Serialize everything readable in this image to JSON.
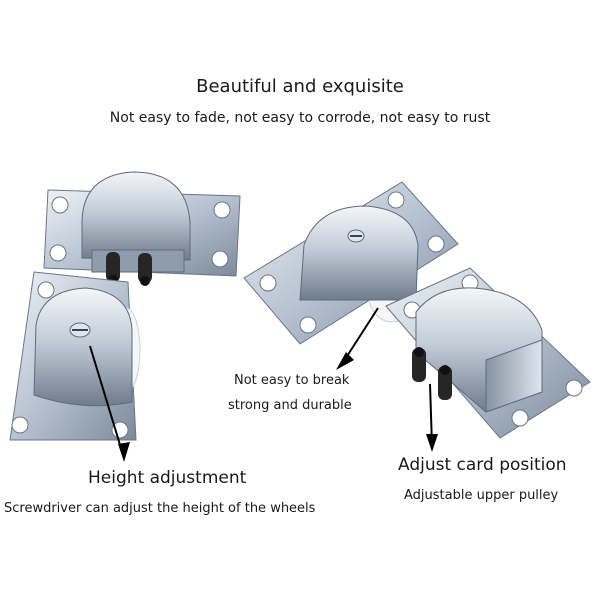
{
  "header": {
    "title": "Beautiful and exquisite",
    "subtitle": "Not easy to fade, not easy to corrode, not easy to rust"
  },
  "callouts": {
    "break": {
      "line1": "Not easy to break",
      "line2": "strong and durable"
    },
    "height": {
      "line1": "Height adjustment",
      "line2": "Screwdriver can adjust the height of the wheels"
    },
    "card": {
      "line1": "Adjust card position",
      "line2": "Adjustable upper pulley"
    }
  },
  "colors": {
    "metal_light": "#e4eaf1",
    "metal_mid": "#a9b6c6",
    "metal_dark": "#5d6b7c",
    "plastic": "#262626",
    "nylon_wheel": "#f4f6f8"
  }
}
